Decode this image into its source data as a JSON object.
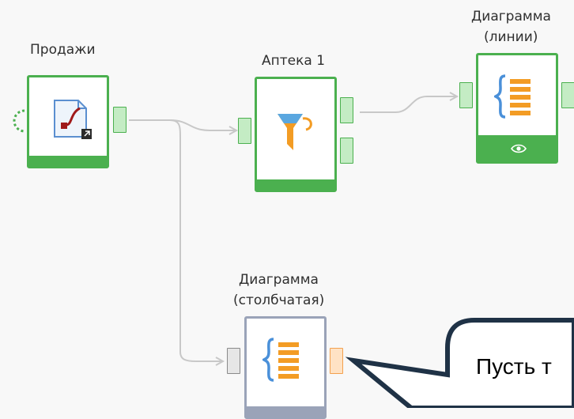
{
  "nodes": {
    "sales": {
      "label": "Продажи",
      "icon": "import-file-icon"
    },
    "pharmacy": {
      "label": "Аптека 1",
      "icon": "filter-funnel-icon"
    },
    "chart_line": {
      "label_line1": "Диаграмма",
      "label_line2": "(линии)",
      "icon": "chart-braces-icon",
      "badge_icon": "eye-icon"
    },
    "chart_bar": {
      "label_line1": "Диаграмма",
      "label_line2": "(столбчатая)",
      "icon": "chart-braces-icon"
    }
  },
  "callout": {
    "text": "Пусть т"
  },
  "colors": {
    "node_border_active": "#4bb04f",
    "node_border_inactive": "#9aa3b8",
    "connection": "#bdbdbd",
    "accent_orange": "#f39c24",
    "accent_blue": "#4a90d9"
  }
}
